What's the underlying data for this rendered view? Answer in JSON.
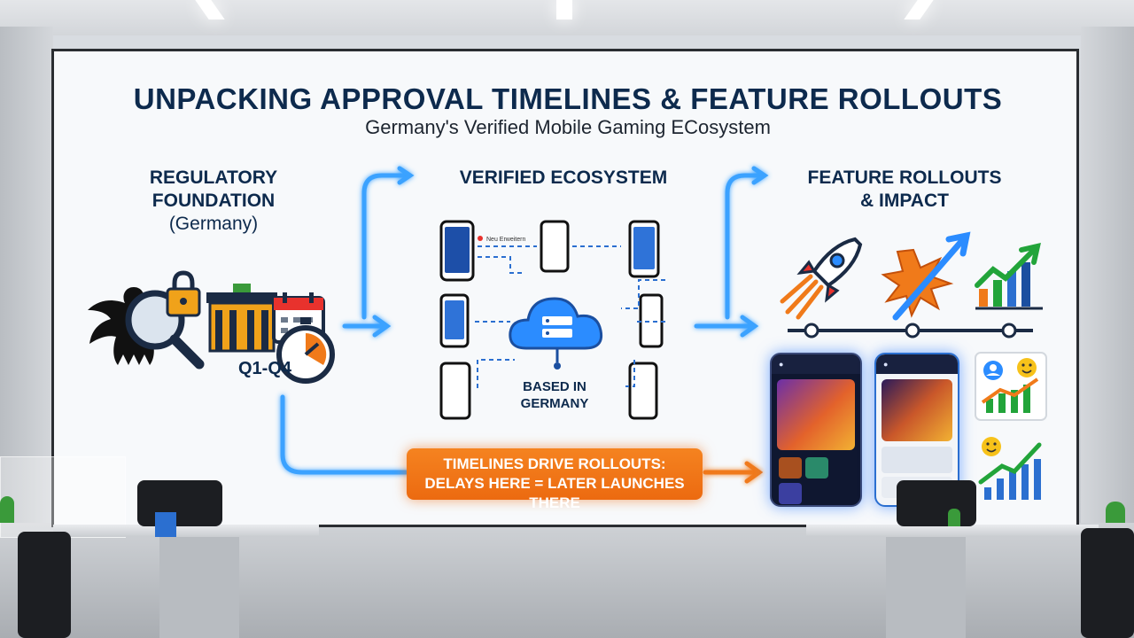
{
  "title": "UNPACKING APPROVAL TIMELINES & FEATURE ROLLOUTS",
  "subtitle": "Germany's Verified Mobile Gaming ECosystem",
  "columns": {
    "regulatory": {
      "line1": "REGULATORY",
      "line2": "FOUNDATION",
      "line3": "(Germany)"
    },
    "ecosystem": {
      "heading": "VERIFIED ECOSYSTEM"
    },
    "features": {
      "line1": "FEATURE ROLLOUTS",
      "line2": "& IMPACT"
    }
  },
  "quarter_label": "Q1-Q4",
  "cloud_label": {
    "line1": "BASED IN",
    "line2": "GERMANY"
  },
  "callout": {
    "line1": "TIMELINES DRIVE ROLLOUTS:",
    "line2": "DELAYS HERE = LATER LAUNCHES THERE"
  },
  "colors": {
    "navy": "#0d2a4d",
    "accent_blue": "#2b8cff",
    "accent_orange": "#f07a1a",
    "growth_green": "#22a43a"
  },
  "icons": [
    "eagle-icon",
    "magnifier-icon",
    "padlock-icon",
    "brandenburg-gate-icon",
    "calendar-icon",
    "stopwatch-icon",
    "smartphone-icon",
    "cloud-server-icon",
    "rocket-icon",
    "burst-icon",
    "bar-chart-icon",
    "user-icon",
    "smiley-icon"
  ]
}
